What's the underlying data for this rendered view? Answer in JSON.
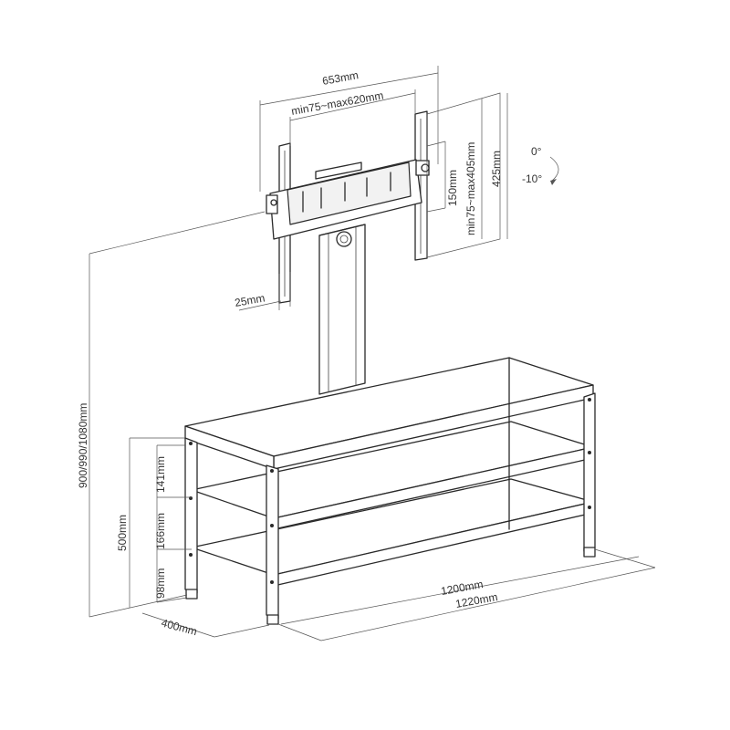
{
  "dimensions": {
    "width_overall": "653mm",
    "vesa_width": "min75~max620mm",
    "vesa_height_small": "150mm",
    "vesa_height": "min75~max405mm",
    "height_overall": "425mm",
    "tilt_top": "0°",
    "tilt_bottom": "-10°",
    "bracket_depth": "25mm",
    "total_height": "900/990/1080mm",
    "shelf_gap_top": "141mm",
    "shelf_gap_middle": "166mm",
    "leg_height": "98mm",
    "table_height": "500mm",
    "depth": "400mm",
    "shelf_length": "1200mm",
    "total_length": "1220mm"
  }
}
